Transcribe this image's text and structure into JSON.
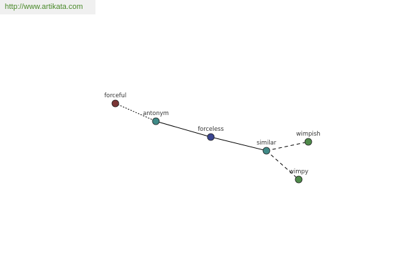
{
  "site_url": "http://www.artikata.com",
  "colors": {
    "banner_text": "#4a8a2a",
    "center": "#3a4590",
    "relation": "#3f8a87",
    "antonym_word": "#7a3535",
    "similar_word": "#4f8a4a",
    "edge": "#000000",
    "label": "#333333"
  },
  "graph": {
    "nodes": [
      {
        "id": "forceful",
        "label": "forceful",
        "kind": "antonym_word"
      },
      {
        "id": "antonym",
        "label": "antonym",
        "kind": "relation"
      },
      {
        "id": "forceless",
        "label": "forceless",
        "kind": "center"
      },
      {
        "id": "similar",
        "label": "similar",
        "kind": "relation"
      },
      {
        "id": "wimpish",
        "label": "wimpish",
        "kind": "similar_word"
      },
      {
        "id": "wimpy",
        "label": "wimpy",
        "kind": "similar_word"
      }
    ],
    "edges": [
      {
        "from": "forceful",
        "to": "antonym",
        "style": "dotted"
      },
      {
        "from": "antonym",
        "to": "forceless",
        "style": "solid"
      },
      {
        "from": "forceless",
        "to": "similar",
        "style": "solid"
      },
      {
        "from": "similar",
        "to": "wimpish",
        "style": "dashed"
      },
      {
        "from": "similar",
        "to": "wimpy",
        "style": "dashed"
      }
    ]
  }
}
